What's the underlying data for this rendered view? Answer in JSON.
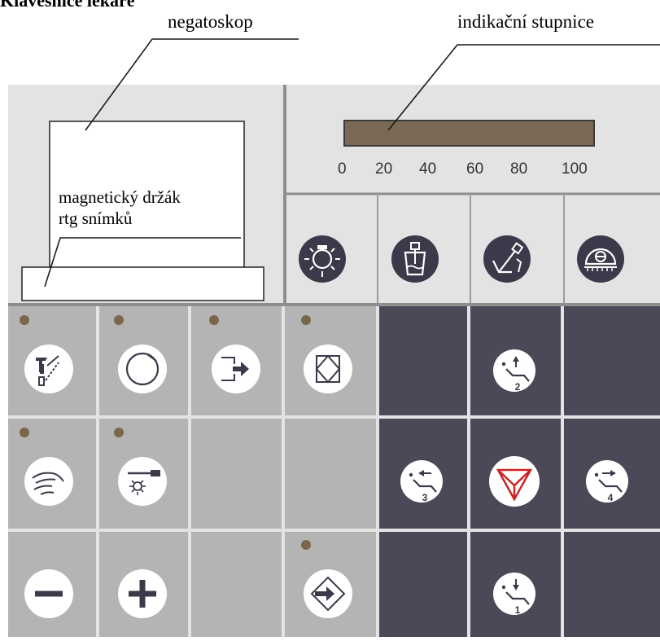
{
  "title": "Klávesnice lékaře",
  "annotations": {
    "negatoscope": "negatoskop",
    "indicator_scale": "indikační stupnice",
    "magnetic_holder_line1": "magnetický držák",
    "magnetic_holder_line2": "rtg snímků"
  },
  "scale": {
    "ticks": [
      "0",
      "20",
      "40",
      "60",
      "80",
      "100"
    ],
    "bar_color": "#7a6a55"
  },
  "top_icons": [
    "negatoscope-light-icon",
    "spittoon-cup-icon",
    "chair-lamp-icon",
    "instrument-tray-heater-icon"
  ],
  "left_buttons": [
    {
      "name": "instrument-arm-icon",
      "indicator": true
    },
    {
      "name": "circle-icon",
      "indicator": true
    },
    {
      "name": "exit-arrow-icon",
      "indicator": true
    },
    {
      "name": "diamond-square-icon",
      "indicator": true
    },
    {
      "name": "hand-icon",
      "indicator": true
    },
    {
      "name": "operating-light-icon",
      "indicator": true
    },
    {
      "name": "minus-icon",
      "indicator": false
    },
    {
      "name": "plus-icon",
      "indicator": false
    },
    {
      "name": "enter-arrow-icon",
      "indicator": true
    }
  ],
  "chair_buttons": {
    "up_label": "2",
    "left_label": "3",
    "right_label": "4",
    "down_label": "1"
  },
  "colors": {
    "panel": "#e3e3e3",
    "gray_key": "#b4b4b4",
    "dark_key": "#4d4858",
    "icon_bg": "#3c3a4a",
    "indicator": "#7a6648",
    "stop_red": "#cc2323"
  }
}
